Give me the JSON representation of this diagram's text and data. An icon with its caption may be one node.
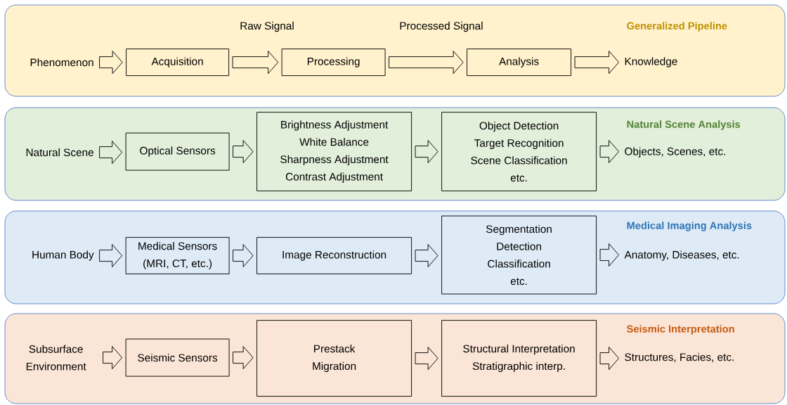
{
  "diagram": {
    "nodes": [
      {
        "text": [
          "Generalized Pipeline"
        ]
      },
      {
        "text": [
          "Phenomenon"
        ],
        "in": 0
      },
      {
        "text": [
          "Acquisition"
        ],
        "in": 0
      },
      {
        "text": [
          "Processing"
        ],
        "in": 0
      },
      {
        "text": [
          "Analysis"
        ],
        "in": 0
      },
      {
        "text": [
          "Knowledge"
        ],
        "in": 0
      },
      {
        "text": [
          "Natural Scene Analysis"
        ]
      },
      {
        "text": [
          "Natural Scene"
        ],
        "in": 6
      },
      {
        "text": [
          "Optical Sensors"
        ],
        "in": 6
      },
      {
        "text": [
          "Brightness Adjustment",
          "White Balance",
          "Sharpness Adjustment",
          "Contrast Adjustment"
        ],
        "in": 6
      },
      {
        "text": [
          "Object Detection",
          "Target Recognition",
          "Scene Classification",
          "etc."
        ],
        "in": 6
      },
      {
        "text": [
          "Objects, Scenes, etc."
        ],
        "in": 6
      },
      {
        "text": [
          "Medical Imaging Analysis"
        ]
      },
      {
        "text": [
          "Human Body"
        ],
        "in": 12
      },
      {
        "text": [
          "Medical Sensors",
          "(MRI, CT, etc.)"
        ],
        "in": 12
      },
      {
        "text": [
          "Image Reconstruction"
        ],
        "in": 12
      },
      {
        "text": [
          "Segmentation",
          "Detection",
          "Classification",
          "etc."
        ],
        "in": 12
      },
      {
        "text": [
          "Anatomy, Diseases, etc."
        ],
        "in": 12
      },
      {
        "text": [
          "Seismic Interpretation"
        ]
      },
      {
        "text": [
          "Subsurface Environment"
        ],
        "in": 18
      },
      {
        "text": [
          "Seismic Sensors"
        ],
        "in": 18
      },
      {
        "text": [
          "Prestack Migration"
        ],
        "in": 18
      },
      {
        "text": [
          "Structural Interpretation",
          "Stratigraphic interp."
        ],
        "in": 18
      },
      {
        "text": [
          "Structures, Facies, etc."
        ],
        "in": 18
      }
    ],
    "edges": [
      {
        "from": 1,
        "to": 2,
        "arrow": "to"
      },
      {
        "from": 2,
        "to": 3,
        "arrow": "to",
        "label": "Raw Signal"
      },
      {
        "from": 3,
        "to": 4,
        "arrow": "to",
        "label": "Processed Signal"
      },
      {
        "from": 4,
        "to": 5,
        "arrow": "to"
      },
      {
        "from": 7,
        "to": 8,
        "arrow": "to"
      },
      {
        "from": 8,
        "to": 9,
        "arrow": "to"
      },
      {
        "from": 9,
        "to": 10,
        "arrow": "to"
      },
      {
        "from": 10,
        "to": 11,
        "arrow": "to"
      },
      {
        "from": 13,
        "to": 14,
        "arrow": "to"
      },
      {
        "from": 14,
        "to": 15,
        "arrow": "to"
      },
      {
        "from": 15,
        "to": 16,
        "arrow": "to"
      },
      {
        "from": 16,
        "to": 17,
        "arrow": "to"
      },
      {
        "from": 19,
        "to": 20,
        "arrow": "to"
      },
      {
        "from": 20,
        "to": 21,
        "arrow": "to"
      },
      {
        "from": 21,
        "to": 22,
        "arrow": "to"
      },
      {
        "from": 22,
        "to": 23,
        "arrow": "to"
      }
    ]
  }
}
